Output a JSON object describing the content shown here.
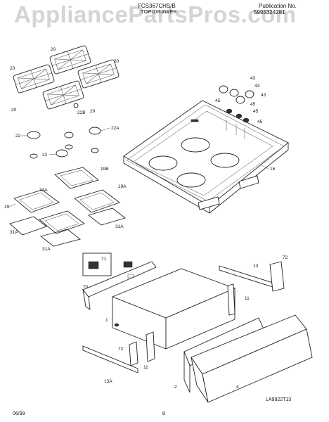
{
  "watermark": "AppliancePartsPros.com",
  "header": {
    "model": "FCS367CHS/B",
    "section": "TOP/DRAWER",
    "publication_label": "Publication No.",
    "publication_number": "5995324281"
  },
  "footer": {
    "date": "06/99",
    "page": "8",
    "drawing_ref": "LA9922T13"
  },
  "callouts": {
    "grate": "20",
    "grate_small_part": "22B",
    "cap": "22",
    "cap_a": "22A",
    "pan_19": "19",
    "pan_19a": "19A",
    "pan_19b": "19B",
    "ring_31a": "31A",
    "knob": "43",
    "knob_seal": "45",
    "cooktop": "16",
    "bracket_70": "70",
    "clip_71": "71",
    "drawer": "1",
    "slide_11": "11",
    "bracket_72": "72",
    "rail_13": "13",
    "rail_13a": "13A",
    "drawer_front": "2",
    "drawer_panel": "4"
  }
}
